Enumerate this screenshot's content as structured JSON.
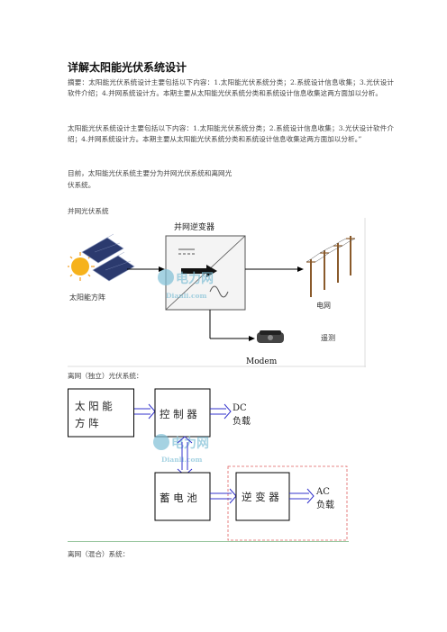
{
  "title": "详解太阳能光伏系统设计",
  "abstract": "摘要：太阳能光伏系统设计主要包括以下内容：1.太阳能光伏系统分类；2.系统设计信息收集；3.光伏设计软件介绍；4.并网系统设计方。本期主要从太阳能光伏系统分类和系统设计信息收集这两方面加以分析。",
  "intro": "太阳能光伏系统设计主要包括以下内容：1.太阳能光伏系统分类；2.系统设计信息收集；3.光伏设计软件介绍；4.并网系统设计方。本期主要从太阳能光伏系统分类和系统设计信息收集这两方面加以分析。”",
  "current_line1": "目前，太阳能光伏系统主要分为并网光伏系统和离网光",
  "current_line2": "伏系统。",
  "section1_label": "并网光伏系统",
  "section2_label": "离网（独立）光伏系统：",
  "section3_label": "离网（混合）系统：",
  "diagram1": {
    "inverter_label": "并网逆变器",
    "array_label": "太阳能方阵",
    "grid_label": "电网",
    "monitor_label": "遥测",
    "modem_label": "Modem"
  },
  "diagram2": {
    "array_line1": "太 阳 能",
    "array_line2": "方 阵",
    "controller": "控 制 器",
    "dc_line1": "DC",
    "dc_line2": "负载",
    "battery": "蓄 电 池",
    "inverter": "逆 变 器",
    "ac_line1": "AC",
    "ac_line2": "负载"
  },
  "watermark": {
    "text": "电力网",
    "url": "Dianli.com"
  },
  "colors": {
    "arrow_blue": "#3333cc",
    "dashed_red": "#e06060",
    "watermark": "#7fbfd6"
  }
}
